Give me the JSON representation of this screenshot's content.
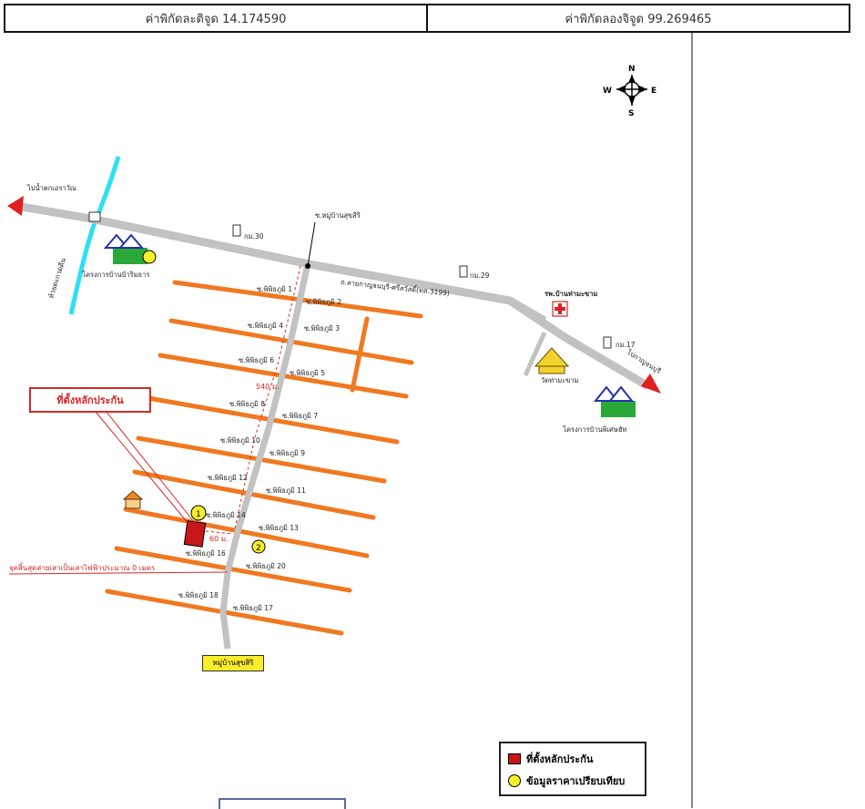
{
  "header": {
    "latitude_label": "ค่าพิกัดละติจูด 14.174590",
    "longitude_label": "ค่าพิกัดลองจิจูด 99.269465"
  },
  "compass": {
    "n": "N",
    "s": "S",
    "e": "E",
    "w": "W"
  },
  "highway": {
    "west_label": "ไปน้ำตกเอราวัณ",
    "km30": "กม.30",
    "km29": "กม.29",
    "km17": "กม.17",
    "east_label": "ไปกาญจนบุรี",
    "road_name": "ถ.สายกาญจนบุรี-ศรีสวัสดิ์(ทล.3199)",
    "village_junction": "ซ.หมู่บ้านสุขสิริ"
  },
  "landmarks": {
    "river_name": "ห้วยตะกวดดีน",
    "left_school": "โครงการบ้านบ้าริมธาร",
    "clinic": "รพ.บ้านท่ามะขาม",
    "temple": "วัดท่ามะขาม",
    "right_school": "โครงการบ้านพิเศษฮัท",
    "marker1": "1",
    "marker2": "2"
  },
  "sois": {
    "s1": "ซ.พิพิธภูมิ 1",
    "s2": "ซ.พิพิธภูมิ 2",
    "s3": "ซ.พิพิธภูมิ 3",
    "s4": "ซ.พิพิธภูมิ 4",
    "s5": "ซ.พิพิธภูมิ 5",
    "s6": "ซ.พิพิธภูมิ 6",
    "s7": "ซ.พิพิธภูมิ 7",
    "s8": "ซ.พิพิธภูมิ 8",
    "s9": "ซ.พิพิธภูมิ 9",
    "s10": "ซ.พิพิธภูมิ 10",
    "s11": "ซ.พิพิธภูมิ 11",
    "s12": "ซ.พิพิธภูมิ 12",
    "s13": "ซ.พิพิธภูมิ 13",
    "s14": "ซ.พิพิธภูมิ 14",
    "s16": "ซ.พิพิธภูมิ 16",
    "s17": "ซ.พิพิธภูมิ 17",
    "s18": "ซ.พิพิธภูมิ 18",
    "s20": "ซ.พิพิธภูมิ 20"
  },
  "distances": {
    "main": "540 ม.",
    "side": "60 ม."
  },
  "annotations": {
    "property_callout": "ที่ตั้งหลักประกัน",
    "pole_note": "จุดสิ้นสุดสายเสาเป็นเสาไฟฟ้าประมาณ 0 เมตร",
    "village_sign": "หมู่บ้านสุขสิริ"
  },
  "legend": {
    "property": "ที่ตั้งหลักประกัน",
    "comparable": "ข้อมูลราคาเปรียบเทียบ"
  },
  "colors": {
    "highway": "#c2c2c2",
    "soi": "#f07820",
    "river": "#2ee0f2",
    "accent_red": "#d62828"
  }
}
